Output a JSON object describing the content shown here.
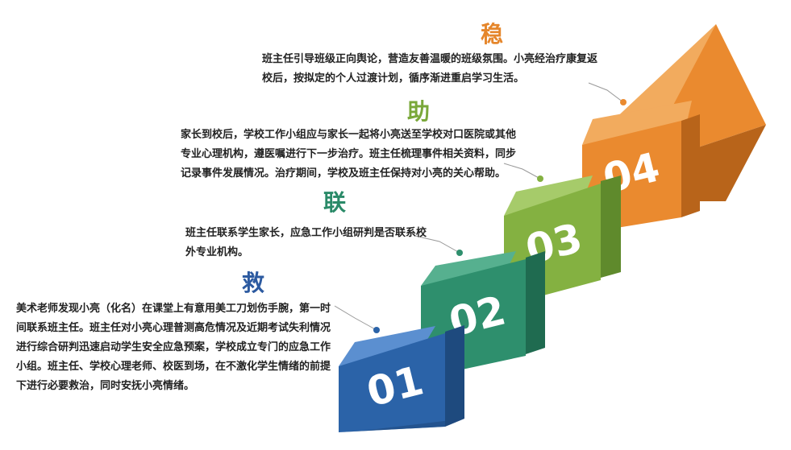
{
  "steps": [
    {
      "number": "01",
      "title": "救",
      "text": "美术老师发现小亮（化名）在课堂上有意用美工刀划伤手腕，第一时间联系班主任。班主任对小亮心理普测高危情况及近期考试失利情况进行综合研判迅速启动学生安全应急预案，学校成立专门的应急工作小组。班主任、学校心理老师、校医到场，在不激化学生情绪的前提下进行必要救治，同时安抚小亮情绪。",
      "title_color": "#2c5aa0",
      "front_color": "#2b63a8",
      "top_color": "#5b8fd0",
      "side_color": "#1e4a7e"
    },
    {
      "number": "02",
      "title": "联",
      "text": "班主任联系学生家长，应急工作小组研判是否联系校外专业机构。",
      "title_color": "#2a8a68",
      "front_color": "#2e8f6d",
      "top_color": "#56b08f",
      "side_color": "#1f6b50"
    },
    {
      "number": "03",
      "title": "助",
      "text": "家长到校后，学校工作小组应与家长一起将小亮送至学校对口医院或其他专业心理机构，遵医嘱进行下一步治疗。班主任梳理事件相关资料，同步记录事件发展情况。治疗期间，学校及班主任保持对小亮的关心帮助。",
      "title_color": "#7aa83a",
      "front_color": "#84b141",
      "top_color": "#a6cb6a",
      "side_color": "#5f8a2c"
    },
    {
      "number": "04",
      "title": "稳",
      "text": "班主任引导班级正向舆论，营造友善温暖的班级氛围。小亮经治疗康复返校后，按拟定的个人过渡计划，循序渐进重启学习生活。",
      "title_color": "#e5862b",
      "front_color": "#ea8a2f",
      "top_color": "#f2ab5e",
      "side_color": "#b8641a"
    }
  ]
}
